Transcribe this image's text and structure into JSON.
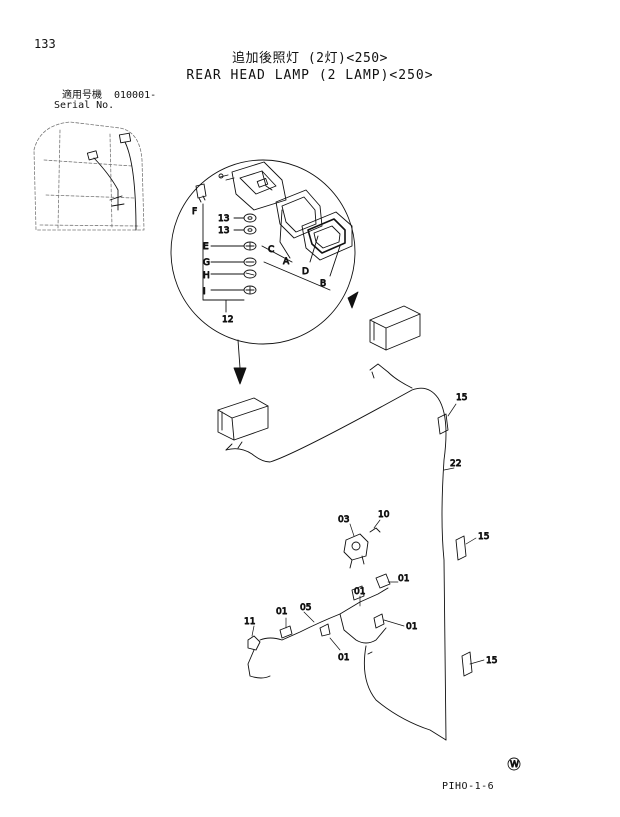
{
  "page_number": "133",
  "title_jp": "追加後照灯 (2灯)<250>",
  "title_en": "REAR HEAD LAMP (2 LAMP)<250>",
  "serial": {
    "label_jp": "適用号機",
    "label_en": "Serial No.",
    "value": "010001-"
  },
  "callouts": {
    "c13a": "13",
    "c13b": "13",
    "F": "F",
    "E": "E",
    "G": "G",
    "H": "H",
    "I": "I",
    "c12": "12",
    "C": "C",
    "A": "A",
    "D": "D",
    "B": "B",
    "c15a": "15",
    "c22": "22",
    "c03": "03",
    "c10": "10",
    "c15b": "15",
    "c01a": "01",
    "c11": "11",
    "c01b": "01",
    "c05": "05",
    "c01c": "01",
    "c01d": "01",
    "c01e": "01",
    "c15c": "15"
  },
  "footer_code": "PIHO-1-6"
}
